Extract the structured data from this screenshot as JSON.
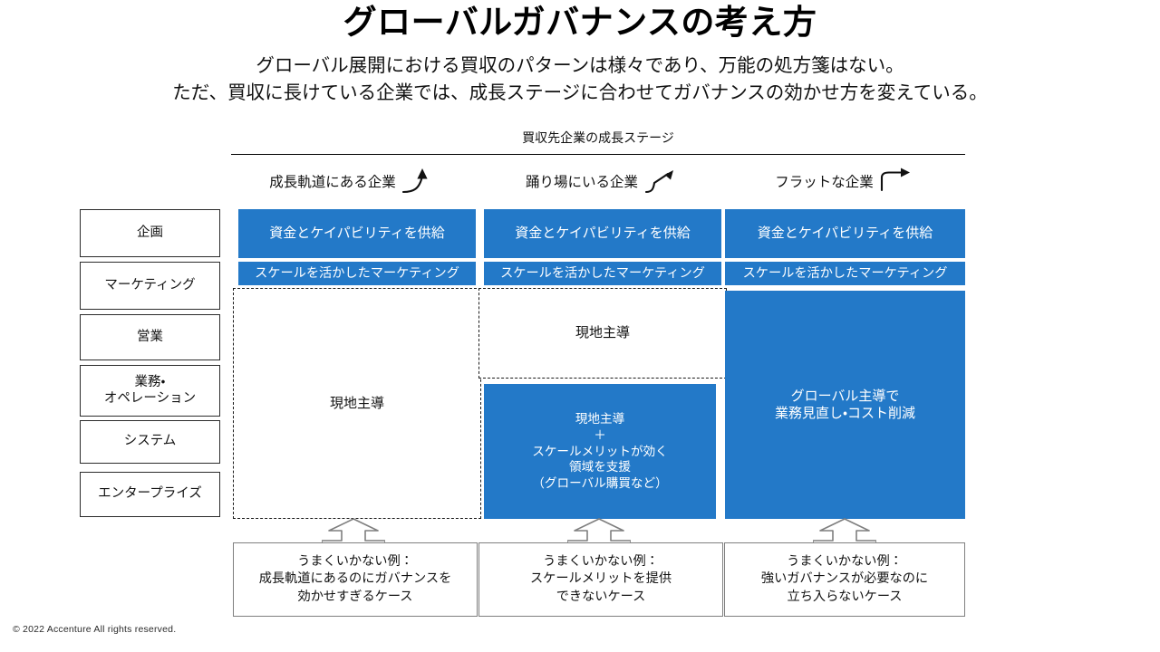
{
  "slide": {
    "title": "グローバルガバナンスの考え方",
    "subtitle_lines": [
      "グローバル展開における買収のパターンは様々であり、万能の処方箋はない。",
      "ただ、買収に長けている企業では、成長ステージに合わせてガバナンスの効かせ方を変えている。"
    ],
    "footer": "© 2022 Accenture  All rights reserved."
  },
  "matrix": {
    "band_title": "買収先企業の成長ステージ",
    "columns": [
      {
        "label": "成長軌道にある企業",
        "arrow": "curve-up-arrow"
      },
      {
        "label": "踊り場にいる企業",
        "arrow": "step-up-arrow"
      },
      {
        "label": "フラットな企業",
        "arrow": "flat-right-arrow"
      }
    ],
    "rows": [
      {
        "label": "企画"
      },
      {
        "label": "マーケティング"
      },
      {
        "label": "営業"
      },
      {
        "label": "業務・\nオペレーション"
      },
      {
        "label": "システム"
      },
      {
        "label": "エンタープライズ"
      }
    ],
    "cells": {
      "col1": [
        {
          "text": "資金とケイパビリティを供給",
          "style": "blue"
        },
        {
          "text": "スケールを活かしたマーケティング",
          "style": "blue"
        },
        {
          "text": "現地主導",
          "style": "white-dashed"
        }
      ],
      "col2": [
        {
          "text": "資金とケイパビリティを供給",
          "style": "blue"
        },
        {
          "text": "スケールを活かしたマーケティング",
          "style": "blue"
        },
        {
          "text": "現地主導",
          "style": "white-dashed"
        },
        {
          "text": "現地主導\n＋\nスケールメリットが効く\n領域を支援\n（グローバル購買など）",
          "style": "blue"
        }
      ],
      "col3": [
        {
          "text": "資金とケイパビリティを供給",
          "style": "blue"
        },
        {
          "text": "スケールを活かしたマーケティング",
          "style": "blue"
        },
        {
          "text": "グローバル主導で\n業務見直し・コスト削減",
          "style": "blue"
        }
      ]
    }
  },
  "callouts": [
    {
      "text": "うまくいかない例：\n成長軌道にあるのにガバナンスを\n効かせすぎるケース"
    },
    {
      "text": "うまくいかない例：\nスケールメリットを提供\nできないケース"
    },
    {
      "text": "うまくいかない例：\n強いガバナンスが必要なのに\n立ち入らないケース"
    }
  ],
  "colors": {
    "accent_blue": "#2379C8",
    "callout_border": "#7f7f7f",
    "text": "#111111"
  }
}
